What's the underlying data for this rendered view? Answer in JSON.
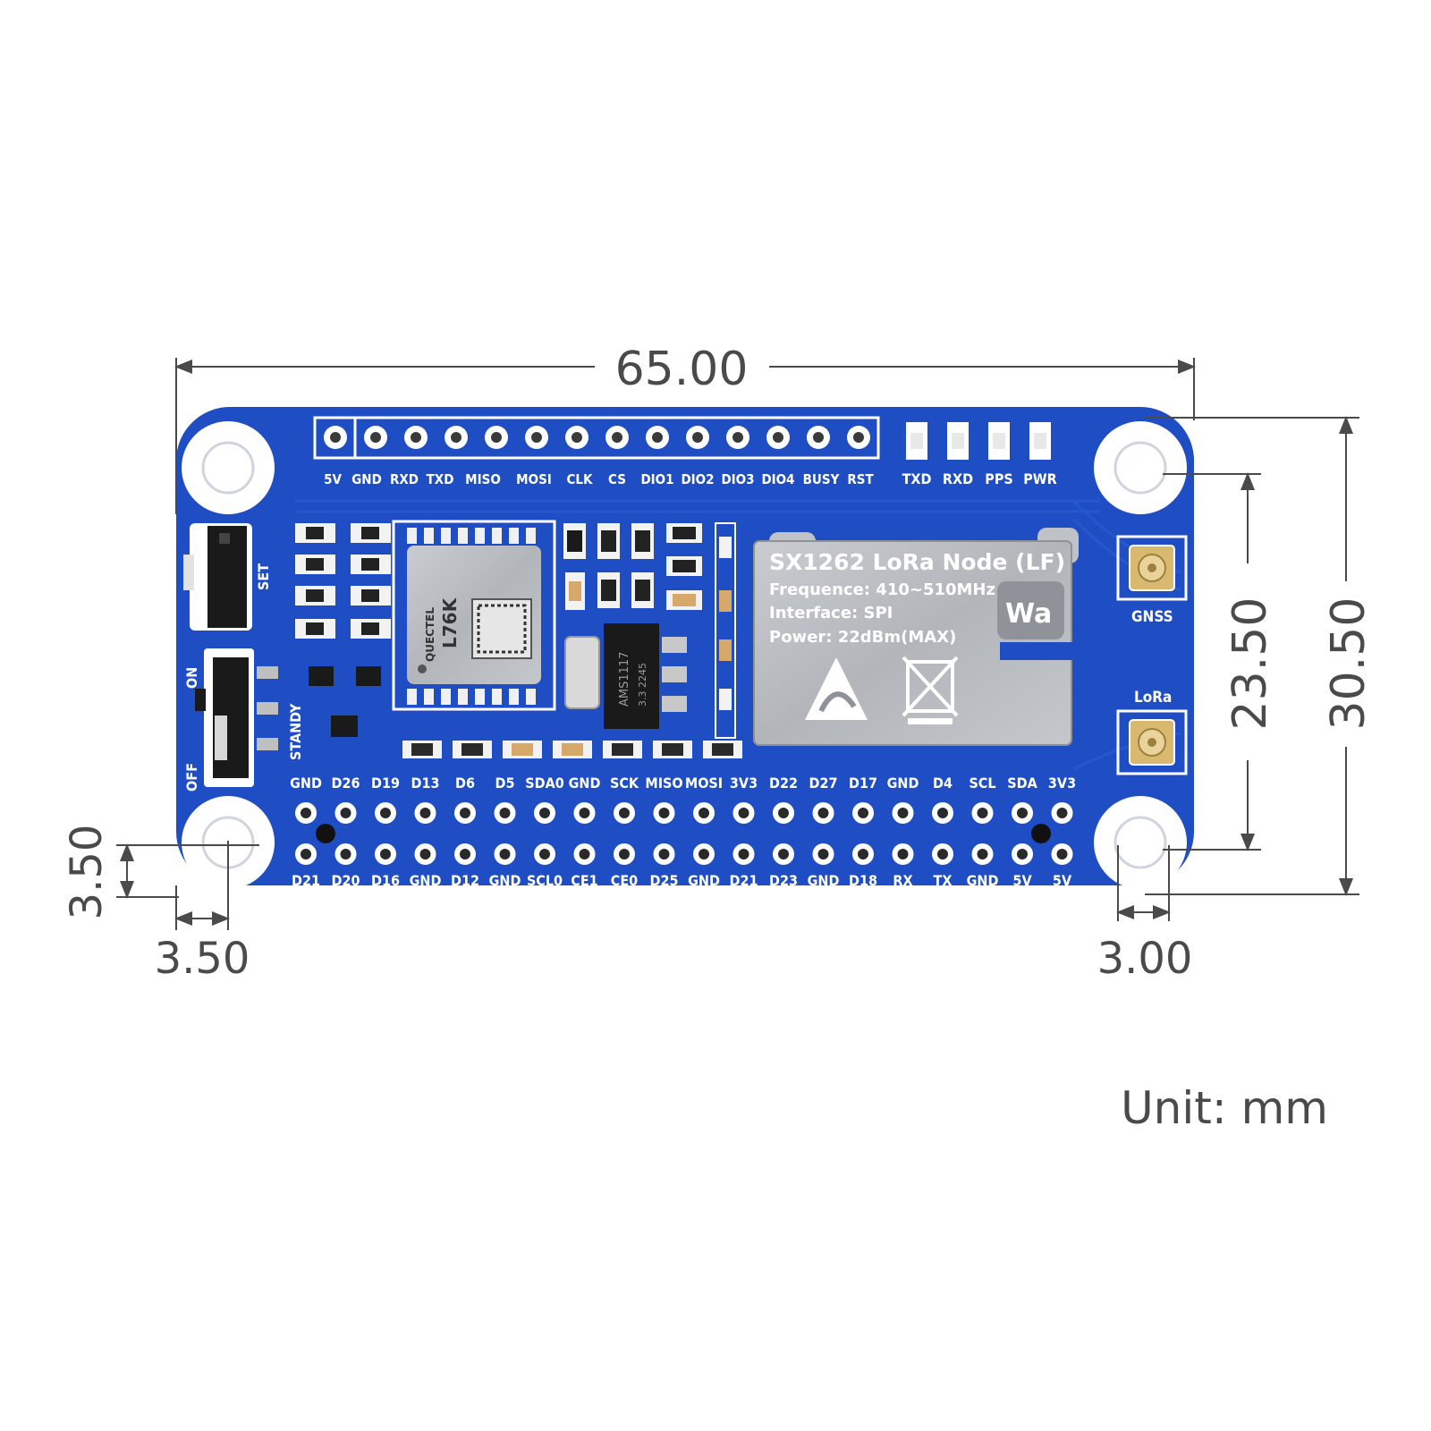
{
  "dimensions": {
    "width": "65.00",
    "height_total": "30.50",
    "hole_spacing_v": "23.50",
    "hole_offset_left_x": "3.50",
    "hole_offset_left_y": "3.50",
    "hole_offset_right_x": "3.00"
  },
  "unit_label": "Unit: mm",
  "board": {
    "top_header_labels": [
      "5V",
      "GND",
      "RXD",
      "TXD",
      "MISO",
      "MOSI",
      "CLK",
      "CS",
      "DIO1",
      "DIO2",
      "DIO3",
      "DIO4",
      "BUSY",
      "RST"
    ],
    "led_labels": [
      "TXD",
      "RXD",
      "PPS",
      "PWR"
    ],
    "gpio_top_labels": [
      "GND",
      "D26",
      "D19",
      "D13",
      "D6",
      "D5",
      "SDA0",
      "GND",
      "SCK",
      "MISO",
      "MOSI",
      "3V3",
      "D22",
      "D27",
      "D17",
      "GND",
      "D4",
      "SCL",
      "SDA",
      "3V3"
    ],
    "gpio_bottom_labels": [
      "D21",
      "D20",
      "D16",
      "GND",
      "D12",
      "GND",
      "SCL0",
      "CE1",
      "CE0",
      "D25",
      "GND",
      "D21",
      "D23",
      "GND",
      "D18",
      "RX",
      "TX",
      "GND",
      "5V",
      "5V"
    ],
    "switch_labels": {
      "set": "SET",
      "on": "ON",
      "standy": "STANDY",
      "off": "OFF"
    },
    "connector_labels": {
      "gnss": "GNSS",
      "lora": "LoRa"
    },
    "gps_module": {
      "brand": "QUECTEL",
      "model": "L76K"
    },
    "regulator": {
      "part": "AMS1117",
      "line2": "3.3  2245"
    },
    "lora_module": {
      "title": "SX1262 LoRa Node (LF)",
      "frequence": "Frequence: 410~510MHz",
      "interface": "Interface: SPI",
      "power": "Power: 22dBm(MAX)",
      "logo": "Wa"
    }
  },
  "colors": {
    "board_blue": "#1f4ec4",
    "silkscreen": "#ffffff",
    "module_silver": "#b9bcc0",
    "dimension_gray": "#4a4a4a"
  }
}
